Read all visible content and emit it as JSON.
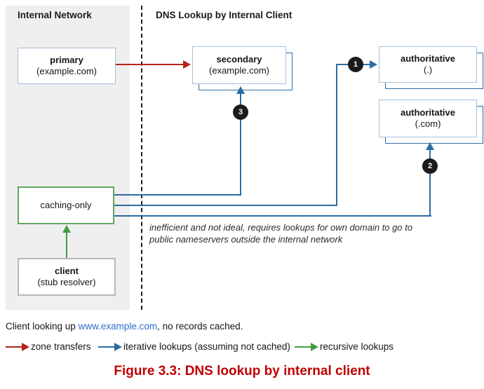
{
  "diagram": {
    "left_zone_title": "Internal Network",
    "right_zone_title": "DNS Lookup by Internal Client",
    "nodes": {
      "primary": {
        "title": "primary",
        "subtitle": "(example.com)"
      },
      "secondary": {
        "title": "secondary",
        "subtitle": "(example.com)"
      },
      "auth_root": {
        "title": "authoritative",
        "subtitle": "(.)"
      },
      "auth_com": {
        "title": "authoritative",
        "subtitle": "(.com)"
      },
      "caching": {
        "title": "caching-only",
        "subtitle": ""
      },
      "client": {
        "title": "client",
        "subtitle": "(stub resolver)"
      }
    },
    "steps": {
      "one": "1",
      "two": "2",
      "three": "3"
    },
    "connections": [
      {
        "from": "primary",
        "to": "secondary",
        "type": "zone transfer",
        "color": "#b3231c"
      },
      {
        "from": "client",
        "to": "caching-only",
        "type": "recursive lookup",
        "color": "#449d44"
      },
      {
        "from": "caching-only",
        "to": "authoritative (.)",
        "type": "iterative lookup",
        "step": "1",
        "color": "#2b6ca3"
      },
      {
        "from": "caching-only",
        "to": "authoritative (.com)",
        "type": "iterative lookup",
        "step": "2",
        "color": "#2b6ca3"
      },
      {
        "from": "caching-only",
        "to": "secondary",
        "type": "iterative lookup",
        "step": "3",
        "color": "#2b6ca3"
      }
    ],
    "note_line1": "inefficient and not ideal, requires lookups for own domain to go to",
    "note_line2": "public nameservers outside the internal network"
  },
  "footer": {
    "caption_prefix": "Client looking up ",
    "caption_link": "www.example.com",
    "caption_suffix": ", no records cached.",
    "legend": [
      {
        "label": "zone transfers",
        "color": "#b3231c"
      },
      {
        "label": "iterative lookups (assuming not cached)",
        "color": "#2b6ca3"
      },
      {
        "label": "recursive lookups",
        "color": "#449d44"
      }
    ],
    "figure_caption": "Figure 3.3: DNS lookup by internal client"
  },
  "colors": {
    "panel_gray": "#efefef",
    "box_border_blue": "#a9c0de",
    "box_shadow_blue": "#2b6ca3",
    "box_border_green": "#63a760",
    "box_border_gray": "#b8b8b8",
    "zone_transfer_red": "#b3231c",
    "iterative_blue": "#2b6ca3",
    "recursive_green": "#449d44",
    "link_blue": "#2f6dd0",
    "figure_caption_red": "#c00000",
    "badge_black": "#1b1b1b"
  }
}
